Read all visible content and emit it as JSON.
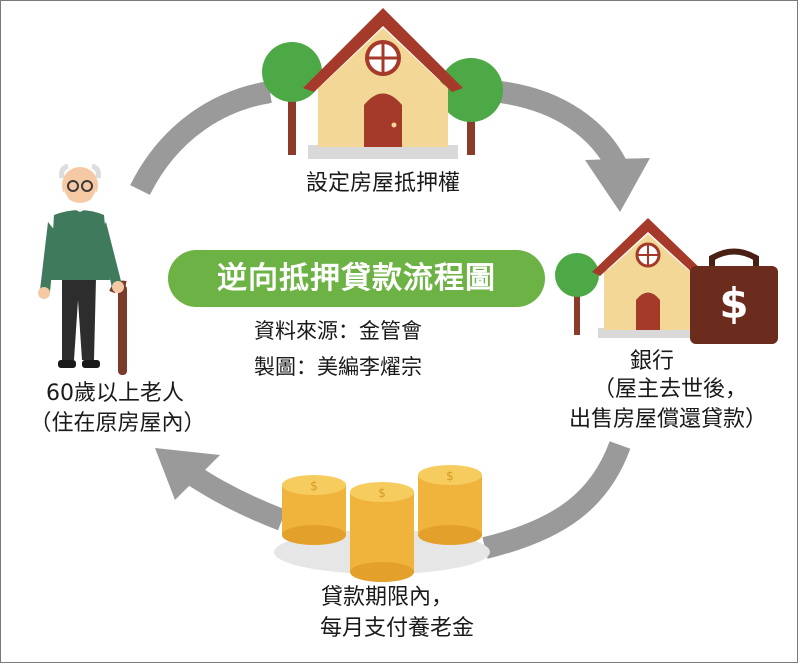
{
  "title": "逆向抵押貸款流程圖",
  "credits": {
    "source": "資料來源：金管會",
    "chart_by": "製圖：美編李燿宗"
  },
  "nodes": {
    "mortgage": {
      "label": "設定房屋抵押權",
      "icon": "house-with-trees-icon"
    },
    "bank": {
      "label": "銀行",
      "note_line1": "（屋主去世後，",
      "note_line2": "出售房屋償還貸款）",
      "icon": "house-and-money-bag-icon"
    },
    "elderly": {
      "label_line1": "60歲以上老人",
      "label_line2": "（住在原房屋內）",
      "icon": "elderly-man-icon"
    },
    "payment": {
      "label_line1": "貸款期限內，",
      "label_line2": "每月支付養老金",
      "icon": "coin-stacks-icon"
    }
  },
  "money_symbol": "$",
  "colors": {
    "accent": "#6cb244",
    "arrow": "#9a9a9a",
    "roof": "#a53a2b",
    "wall": "#f2d796",
    "tree": "#4da846",
    "trunk": "#8c3b2a",
    "bag": "#6b2b1d",
    "coin": "#f0b43c"
  }
}
